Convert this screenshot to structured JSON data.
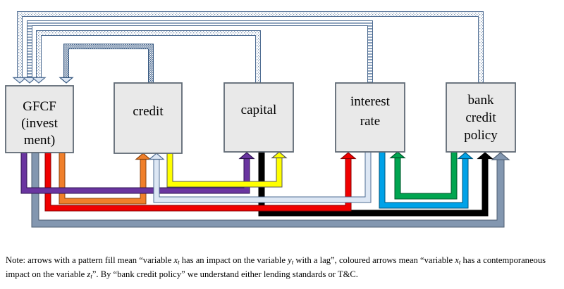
{
  "nodes": [
    {
      "id": "gfcf",
      "lines": [
        "GFCF",
        "(invest",
        "ment)"
      ]
    },
    {
      "id": "credit",
      "lines": [
        "credit"
      ]
    },
    {
      "id": "capital",
      "lines": [
        "capital"
      ]
    },
    {
      "id": "interest-rate",
      "lines": [
        "interest",
        "rate"
      ]
    },
    {
      "id": "bank-credit-policy",
      "lines": [
        "bank",
        "credit",
        "policy"
      ]
    }
  ],
  "colors": {
    "box_fill": "#e9e9e9",
    "box_stroke": "#5f6a75",
    "purple": "#6a35a0",
    "orange": "#f07f2a",
    "red": "#f00000",
    "yellow": "#ffff00",
    "light_blue": "#dde7f4",
    "cyan": "#00a2e8",
    "green": "#00a550",
    "black": "#000000",
    "slate": "#8397b0"
  },
  "note": {
    "part1": "Note: arrows with a pattern fill mean “variable ",
    "var_x": "x",
    "sub_t": "t",
    "part2": " has an impact on the variable ",
    "var_y": "y",
    "part3": " with a lag”, coloured arrows mean “variable ",
    "part4": " has a contemporaneous impact on the variable ",
    "var_z": "z",
    "part5": "”. By “bank credit policy” we understand either lending standards or T&C."
  }
}
